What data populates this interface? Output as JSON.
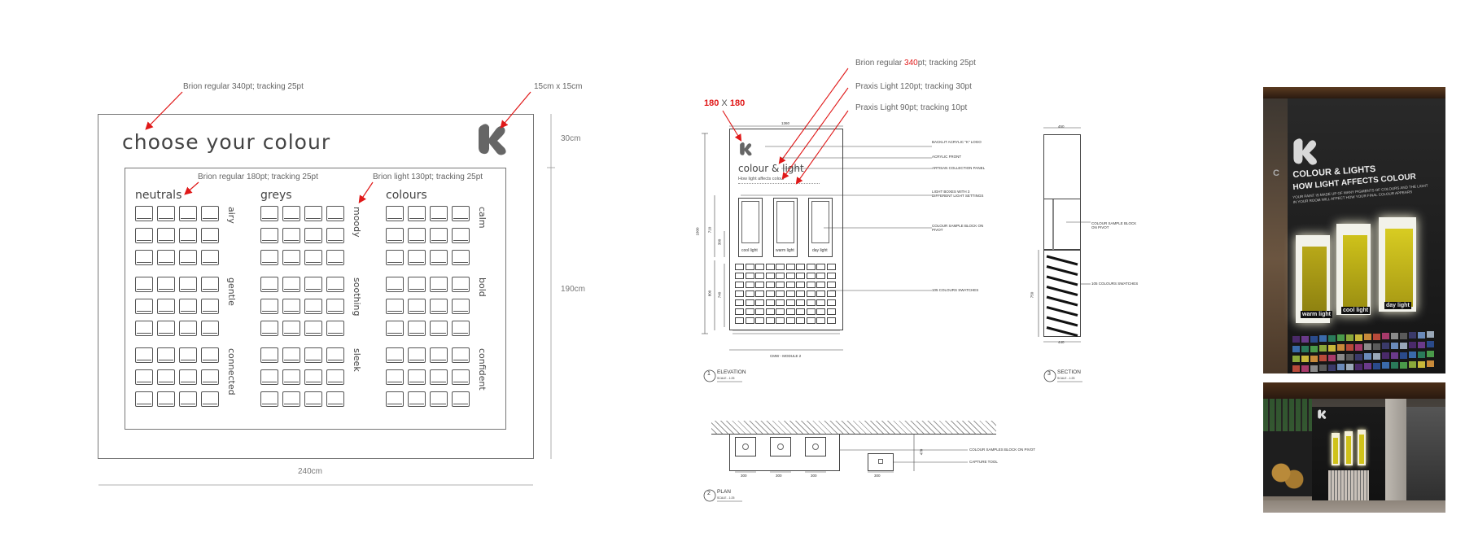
{
  "layout_a": {
    "annotations": {
      "title_font": "Brion regular 340pt; tracking 25pt",
      "logo_size": "15cm x 15cm",
      "group_font": "Brion regular 180pt; tracking 25pt",
      "label_font": "Brion light 130pt; tracking 25pt"
    },
    "title": "choose your colour",
    "dimensions": {
      "top": "30cm",
      "height": "190cm",
      "width": "240cm"
    },
    "groups": [
      {
        "title": "neutrals",
        "labels": [
          "airy",
          "gentle",
          "connected"
        ]
      },
      {
        "title": "greys",
        "labels": [
          "moody",
          "soothing",
          "sleek"
        ]
      },
      {
        "title": "colours",
        "labels": [
          "calm",
          "bold",
          "confident"
        ]
      }
    ]
  },
  "elevation": {
    "annotations": {
      "logo_size_a": "180",
      "logo_size_x": "X",
      "logo_size_b": "180",
      "font1_pre": "Brion regular ",
      "font1_red": "340",
      "font1_post": "pt; tracking 25pt",
      "font2": "Praxis Light 120pt; tracking 30pt",
      "font3": "Praxis Light 90pt; tracking 10pt"
    },
    "panel_title": "colour & light",
    "panel_sub": "How light affects colour",
    "light_labels": [
      "cool light",
      "warm light",
      "day light"
    ],
    "dims": {
      "width": "1360",
      "height": "1800",
      "d1": "710",
      "d2": "300",
      "d3": "800",
      "d4": "740",
      "bottom": "CMW - MODULE 2"
    },
    "callouts": [
      "BACKLIT ACRYLIC \"K\" LOGO",
      "ACRYLIC FRONT",
      "ARTISAN COLLECTION PANEL",
      "LIGHT BOXES WITH 3 DIFFERENT LIGHT SETTINGS",
      "COLOUR SAMPLE BLOCK ON PIVOT",
      "105 COLOURS SWATCHES"
    ],
    "label": {
      "num": "1",
      "name": "ELEVATION",
      "scale": "SCALE - 1:25"
    }
  },
  "section": {
    "dims": {
      "top": "450",
      "side": "750",
      "bottom": "440"
    },
    "callouts": [
      "COLOUR SAMPLE BLOCK ON PIVOT",
      "105 COLOURS SWATCHES"
    ],
    "label": {
      "num": "3",
      "name": "SECTION",
      "scale": "SCALE - 1:25"
    }
  },
  "plan": {
    "dims": [
      "300",
      "300",
      "300",
      "300",
      "470"
    ],
    "callouts": [
      "COLOUR SAMPLES BLOCK ON PIVOT",
      "CAPTURE TOOL"
    ],
    "label": {
      "num": "2",
      "name": "PLAN",
      "scale": "SCALE - 1:25"
    }
  },
  "render_top": {
    "logo": "K",
    "heading": "COLOUR & LIGHTS",
    "sub_heading": "HOW LIGHT AFFECTS COLOUR",
    "body": "YOUR PAINT IS MADE UP OF MANY PIGMENTS OF COLOURS AND THE LIGHT IN YOUR ROOM WILL AFFECT HOW YOUR FINAL COLOUR APPEARS",
    "light_labels": [
      "warm light",
      "cool light",
      "day light"
    ],
    "side_letter": "C"
  },
  "render_bottom": {
    "logo": "K"
  },
  "colors": {
    "red": "#e01818",
    "dark": "#1c1c1c",
    "yellow": "#cfc21a",
    "line": "#555555"
  },
  "icons": [
    "k-logo-icon",
    "arrow-icon"
  ]
}
